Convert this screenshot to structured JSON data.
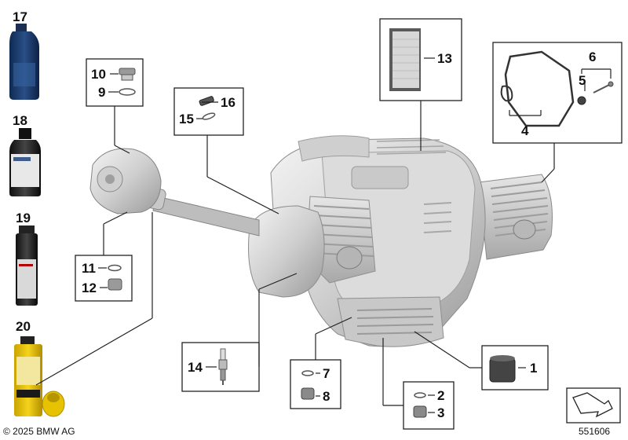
{
  "diagram": {
    "copyright": "© 2025 BMW AG",
    "image_number": "551606",
    "callouts": {
      "n1": "1",
      "n2": "2",
      "n3": "3",
      "n4": "4",
      "n5": "5",
      "n6": "6",
      "n7": "7",
      "n8": "8",
      "n9": "9",
      "n10": "10",
      "n11": "11",
      "n12": "12",
      "n13": "13",
      "n14": "14",
      "n15": "15",
      "n16": "16",
      "n17": "17",
      "n18": "18",
      "n19": "19",
      "n20": "20"
    }
  }
}
